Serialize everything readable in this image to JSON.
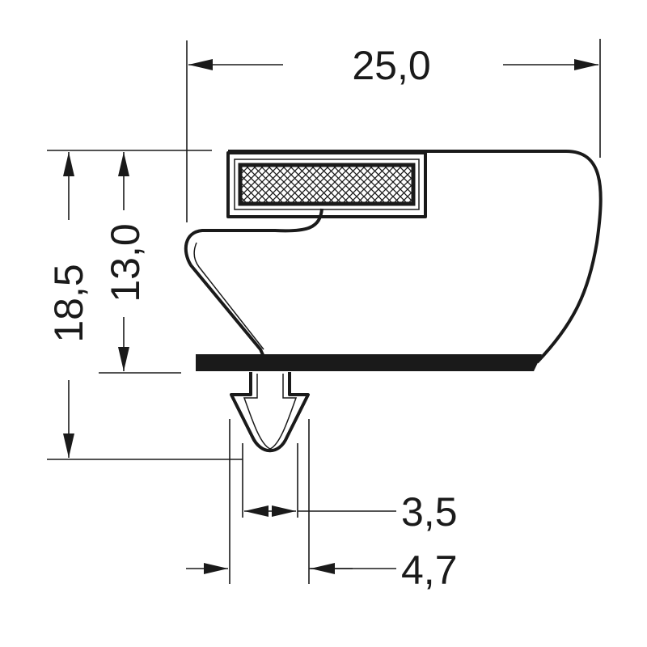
{
  "dimensions": {
    "overall_width": "25,0",
    "overall_height": "18,5",
    "seal_height": "13,0",
    "tip_inner_width": "3,5",
    "tip_outer_width": "4,7"
  },
  "colors": {
    "line": "#1a1a1a",
    "background": "#ffffff"
  }
}
